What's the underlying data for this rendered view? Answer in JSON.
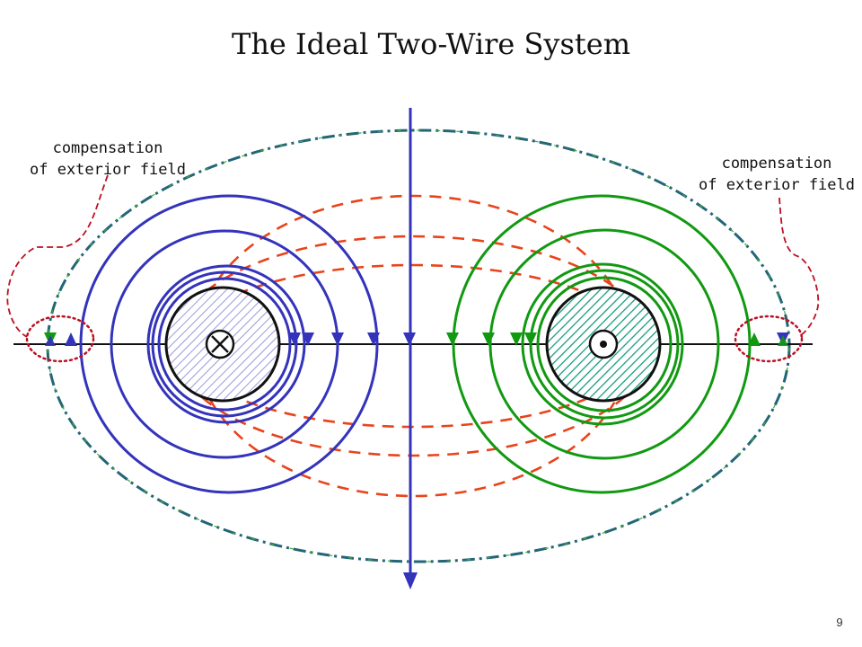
{
  "title": "The Ideal Two-Wire System",
  "annotations": {
    "left": [
      "compensation",
      "of exterior field"
    ],
    "right": [
      "compensation",
      "of exterior field"
    ]
  },
  "page_number": "9",
  "colors": {
    "left_wire_field": "#3333bb",
    "right_wire_field": "#119911",
    "equipotential": "#e8441c",
    "outer_boundary": "#226677",
    "compensation_marker": "#bb1122",
    "left_conductor_hatch": "#9999dd",
    "right_conductor_hatch": "#119977"
  },
  "symbols": {
    "left_conductor": "current-into-page-icon",
    "right_conductor": "current-out-of-page-icon"
  }
}
